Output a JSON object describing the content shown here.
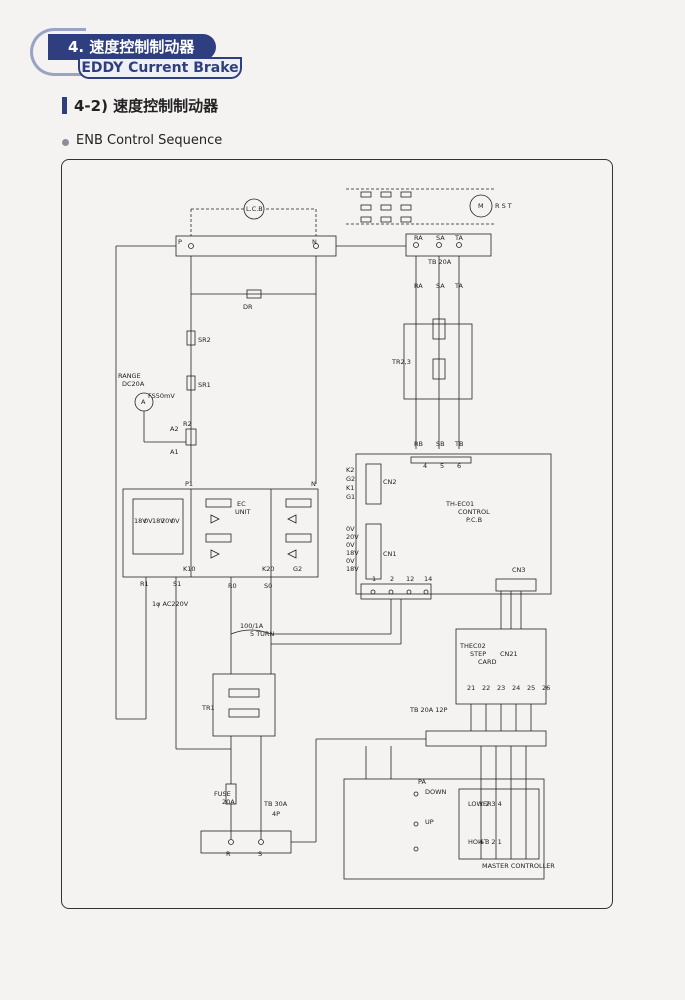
{
  "header": {
    "chapter": "4. 速度控制制动器",
    "subtitle": "EDDY Current Brake"
  },
  "section": {
    "title": "4-2) 速度控制制动器",
    "bullet": "ENB Control Sequence"
  },
  "labels": {
    "lcb": "L.C.B",
    "p": "P",
    "n": "N",
    "dr": "DR",
    "sr2": "SR2",
    "sr1": "SR1",
    "range1": "RANGE",
    "range2": "DC20A",
    "fs": "FS50mV",
    "ammeter": "A",
    "a1": "A1",
    "a2": "A2",
    "r2": "R2",
    "p1": "P1",
    "n2": "N",
    "ec1": "EC",
    "ec2": "UNIT",
    "v18": "18V",
    "v0a": "0V",
    "v18b": "18V",
    "v20": "20V",
    "v0b": "0V",
    "k10": "K10",
    "k20": "K20",
    "g2": "G2",
    "r1": "R1",
    "s1": "S1",
    "r0": "R0",
    "s0": "S0",
    "ac1": "1φ AC220V",
    "ct1": "100/1A",
    "ct2": "5 TURN",
    "tr1": "TR1",
    "fuse1": "FUSE",
    "fuse2": "20A",
    "tb1": "TB 30A",
    "tb2": "4P",
    "r": "R",
    "s": "S",
    "ra": "RA",
    "sa": "SA",
    "ta": "TA",
    "tb20a": "TB 20A",
    "tr23": "TR2,3",
    "rb": "RB",
    "sb": "SB",
    "tbb": "TB",
    "n4": "4",
    "n5": "5",
    "n6": "6",
    "k2": "K2",
    "g2b": "G2",
    "k1": "K1",
    "g1": "G1",
    "cn2": "CN2",
    "d0": "0V",
    "d20": "20V",
    "d0b": "0V",
    "d18": "18V",
    "d0c": "0V",
    "d18b": "18V",
    "cn1": "CN1",
    "thec1": "TH-EC01",
    "thec2": "CONTROL",
    "thec3": "P.C.B",
    "t1": "1",
    "t2": "2",
    "t12": "12",
    "t14": "14",
    "cn3": "CN3",
    "step1": "THEC02",
    "step2": "STEP",
    "step3": "CARD",
    "cn21": "CN21",
    "c21": "21",
    "c22": "22",
    "c23": "23",
    "c24": "24",
    "c25": "25",
    "c26": "26",
    "tb12": "TB 20A 12P",
    "pa": "PA",
    "down": "DOWN",
    "up": "UP",
    "lower": "LOWER",
    "lower_n": "1 2 3 4",
    "hoist": "HOIST",
    "hoist_n": "4 3 2 1",
    "master": "MASTER CONTROLLER",
    "motor": "M",
    "rst": "R S T"
  }
}
